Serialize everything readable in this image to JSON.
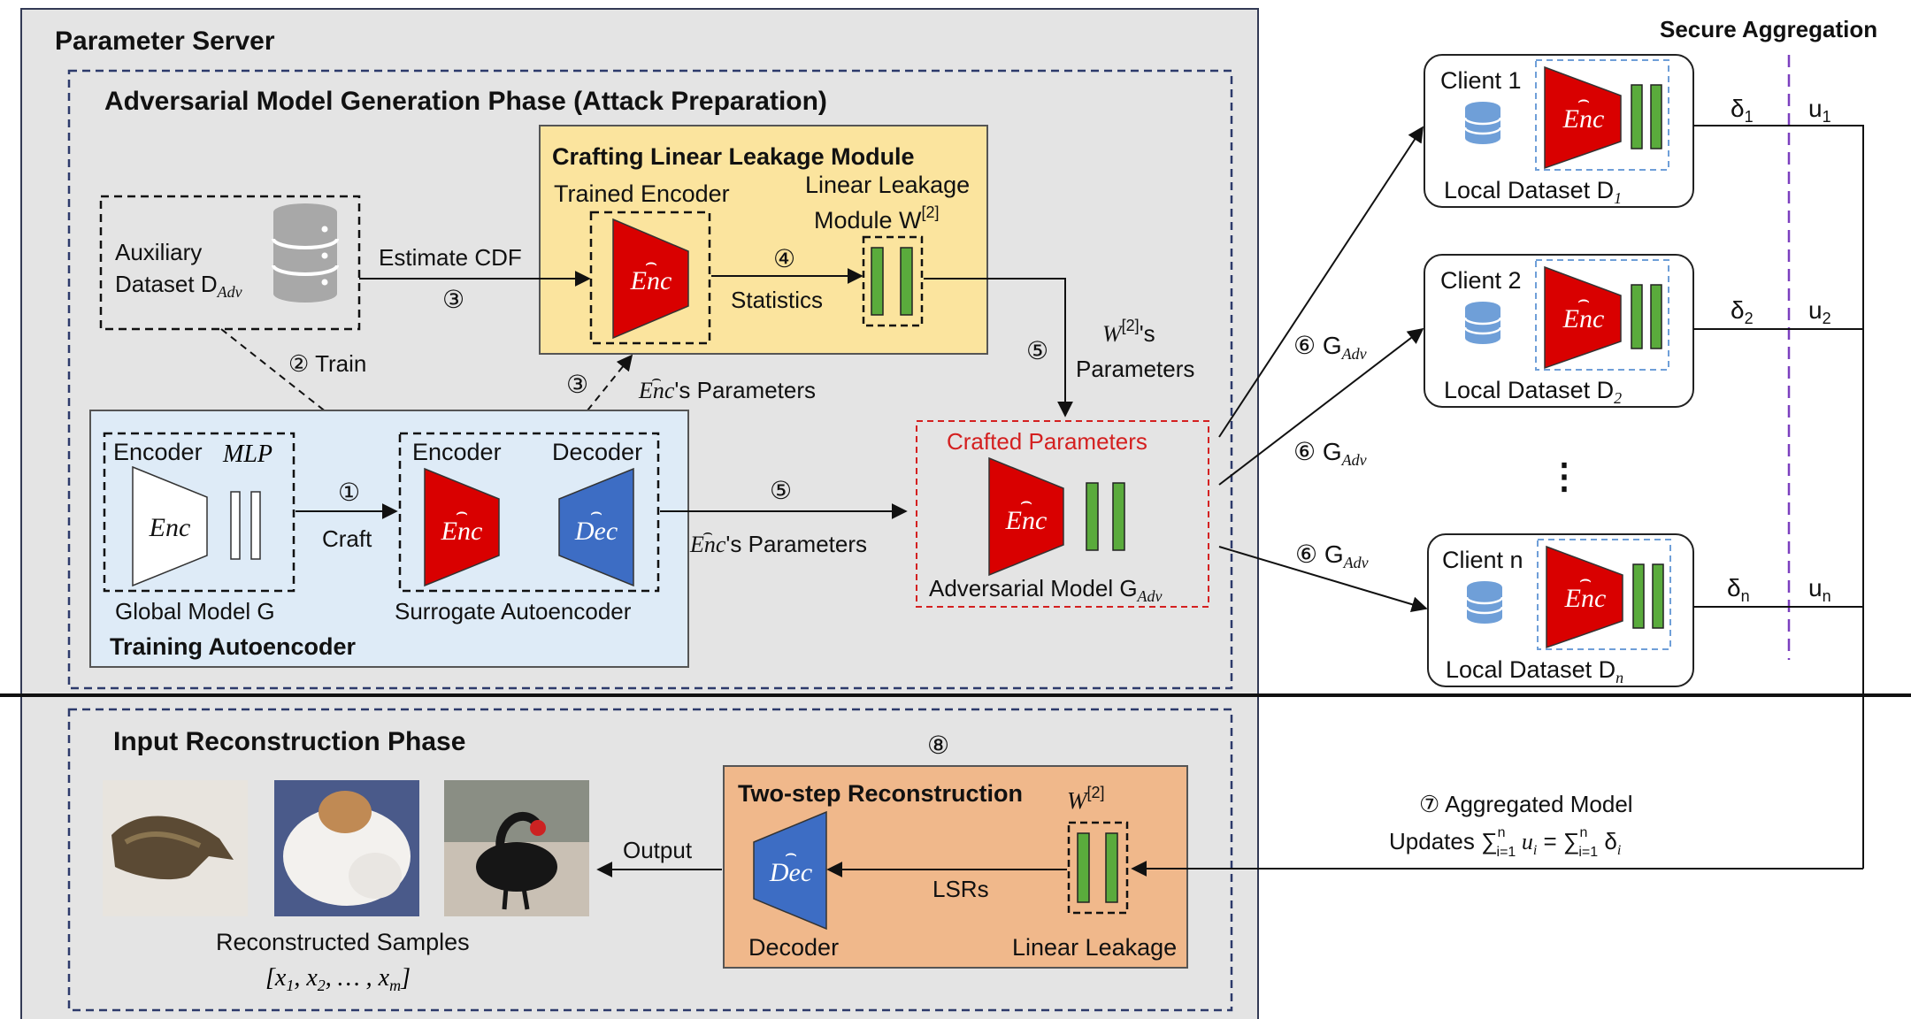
{
  "server": {
    "title": "Parameter Server",
    "phase1_title": "Adversarial Model Generation  Phase (Attack Preparation)",
    "phase2_title": "Input Reconstruction Phase"
  },
  "auxiliary": {
    "line1": "Auxiliary",
    "line2": "Dataset D",
    "sub": "Adv"
  },
  "crafting": {
    "title": "Crafting Linear Leakage Module",
    "trained_encoder": "Trained Encoder",
    "linear_leakage_1": "Linear Leakage",
    "linear_leakage_2": "Module W",
    "sup": "[2]"
  },
  "enc_label": "Enc",
  "dec_label": "Dec",
  "edges": {
    "estimate_cdf": "Estimate CDF",
    "circ3": "③",
    "circ4": "④",
    "statistics": "Statistics",
    "circ2_train": "② Train",
    "circ3b": "③",
    "enc_params": "'s Parameters",
    "circ5": "⑤",
    "w2_params_a": "W",
    "w2_params_sup": "[2]",
    "w2_params_b": "'s",
    "w2_params_c": "Parameters",
    "circ1": "①",
    "craft": "Craft",
    "circ5b": "⑤",
    "enc_params2": "'s Parameters",
    "circ6": "⑥ G",
    "adv_sub": "Adv",
    "output": "Output",
    "lsrs": "LSRs",
    "circ7_line1": "⑦ Aggregated Model",
    "circ7_line2_a": "Updates ∑",
    "circ7_line2_b": " u",
    "circ7_line2_c": " = ∑",
    "circ7_line2_d": " δ",
    "sum_sup": "n",
    "sum_sub": "i=1",
    "i_sub": "i",
    "circ8": "⑧"
  },
  "training": {
    "title": "Training Autoencoder",
    "encoder": "Encoder",
    "mlp": "MLP",
    "global_model": "Global Model G",
    "surrogate": "Surrogate Autoencoder",
    "decoder": "Decoder"
  },
  "crafted": {
    "title": "Crafted Parameters",
    "caption": "Adversarial Model G",
    "sub": "Adv"
  },
  "secure": {
    "title": "Secure Aggregation"
  },
  "clients": [
    {
      "name": "Client 1",
      "dataset": "Local Dataset D",
      "sub": "1",
      "delta": "δ",
      "u": "u"
    },
    {
      "name": "Client 2",
      "dataset": "Local Dataset D",
      "sub": "2",
      "delta": "δ",
      "u": "u"
    },
    {
      "name": "Client n",
      "dataset": "Local Dataset D",
      "sub": "n",
      "delta": "δ",
      "u": "u"
    }
  ],
  "ellipsis": "⋮",
  "reconstruction": {
    "title": "Two-step Reconstruction",
    "w": "W",
    "sup": "[2]",
    "decoder": "Decoder",
    "linear_leakage": "Linear Leakage",
    "samples_title": "Reconstructed Samples",
    "samples_list_a": "[x",
    "samples_list_b": ", x",
    "samples_list_c": ", … , x",
    "samples_list_d": "]",
    "s1": "1",
    "s2": "2",
    "sm": "m"
  },
  "colors": {
    "server_bg": "#e4e4e4",
    "crafting_bg": "#fbe49e",
    "training_bg": "#deebf7",
    "recon_bg": "#f0b88b",
    "enc_red": "#d90000",
    "dec_blue": "#3d6dc4",
    "bar_green": "#5aab3c",
    "secure_purple": "#7b3fbf",
    "crafted_red": "#d42020"
  }
}
